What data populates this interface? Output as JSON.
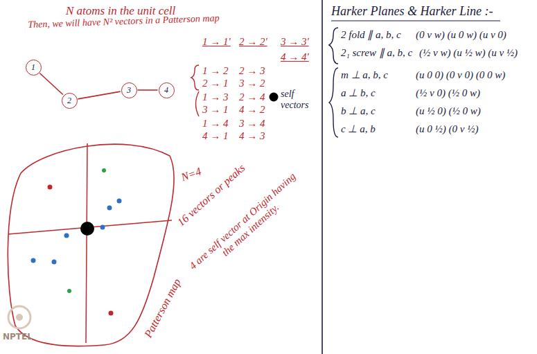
{
  "diagram": {
    "nodes": [
      {
        "text": [
          "1"
        ]
      },
      {
        "text": [
          "2"
        ]
      },
      {
        "text": [
          "3"
        ]
      },
      {
        "text": [
          "4"
        ]
      }
    ],
    "edges": [
      {
        "from": 0,
        "to": 1,
        "arrow": "none"
      },
      {
        "from": 1,
        "to": 2,
        "arrow": "none"
      },
      {
        "from": 2,
        "to": 3,
        "arrow": "none"
      }
    ],
    "labels": [
      "N atoms in the unit cell",
      "Then, we will have N² vectors in a Patterson map",
      "1 → 1′",
      "2 → 2′",
      "3 → 3′",
      "4 → 4′",
      "1 → 2",
      "2 → 1",
      "2 → 3",
      "3 → 2",
      "1 → 3",
      "3 → 1",
      "2 → 4",
      "4 → 2",
      "1 → 4",
      "4 → 1",
      "3 → 4",
      "4 → 3",
      "self vectors",
      "N=4",
      "16 vectors or peaks",
      "4 are self vector at Origin having the max intensity.",
      "Patterson map",
      "NPTEL",
      "Harker Planes & Harker Line :-",
      "2 fold ∥ a, b, c",
      "(0 v w) (u 0 w) (u v 0)",
      "2₁ screw ∥ a, b, c",
      "(½ v w) (u ½ w) (u v ½)",
      "m ⊥ a, b, c",
      "(u 0 0) (0 v 0) (0 0 w)",
      "a ⊥ b, c",
      "(½ v 0) (½ 0 w)",
      "b ⊥ a, c",
      "(u ½ 0) (½ 0 w)",
      "c ⊥ a, b",
      "(u 0 ½) (0 v ½)"
    ]
  }
}
